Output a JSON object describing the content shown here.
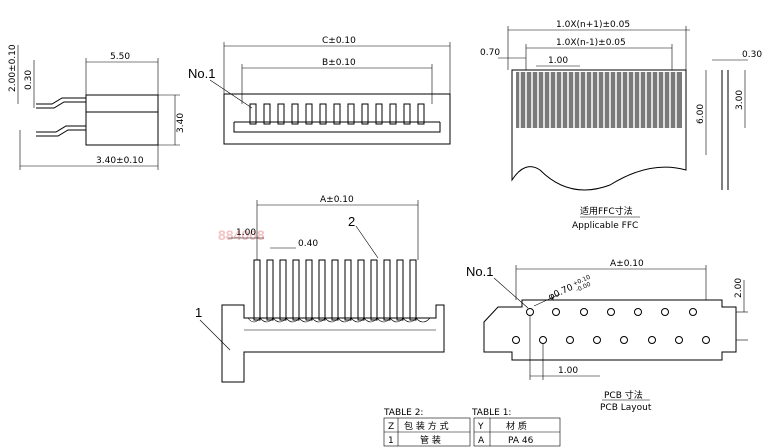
{
  "side_view": {
    "dim_width": "5.50",
    "dim_height": "3.40",
    "dim_lead": "2.00±0.10",
    "dim_lead2": "0.30",
    "dim_bottom": "3.40±0.10"
  },
  "top_view": {
    "dim_c": "C±0.10",
    "dim_b": "B±0.10",
    "pin1_label": "No.1"
  },
  "ffc": {
    "dim_total": "1.0X(n+1)±0.05",
    "dim_inner": "1.0X(n-1)±0.05",
    "dim_edge": "0.70",
    "dim_pitch": "1.00",
    "dim_thickness": "0.30",
    "dim_contact": "3.00",
    "dim_length": "6.00",
    "caption_cn": "适用FFC寸法",
    "caption_en": "Applicable FFC"
  },
  "front_view": {
    "dim_a": "A±0.10",
    "dim_pitch": "1.00",
    "dim_gap": "0.40",
    "callout_1": "1",
    "callout_2": "2",
    "watermark": "884008"
  },
  "pcb": {
    "pin1_label": "No.1",
    "dim_a": "A±0.10",
    "dim_hole": "φ0.70",
    "dim_hole_tol_plus": "+0.10",
    "dim_hole_tol_minus": "-0.00",
    "dim_row": "2.00",
    "dim_pitch": "1.00",
    "caption_cn": "PCB 寸法",
    "caption_en": "PCB Layout"
  },
  "table2": {
    "title": "TABLE 2:",
    "rows": [
      {
        "code": "Z",
        "text": "包 装 方 式"
      },
      {
        "code": "1",
        "text": "管  装"
      }
    ]
  },
  "table1": {
    "title": "TABLE 1:",
    "rows": [
      {
        "code": "Y",
        "text": "材    质"
      },
      {
        "code": "A",
        "text": "PA 46"
      }
    ]
  }
}
